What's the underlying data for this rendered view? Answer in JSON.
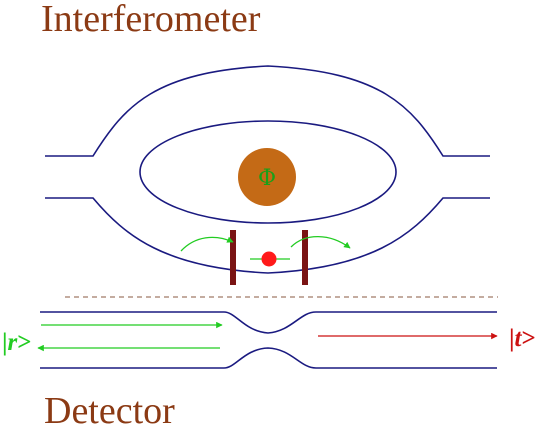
{
  "labels": {
    "interferometer": "Interferometer",
    "detector": "Detector",
    "flux": "Φ",
    "ket_r_bar": "|",
    "ket_r_sym": "r",
    "ket_r_close": ">",
    "ket_t_bar": "|",
    "ket_t_sym": "t",
    "ket_t_close": ">"
  },
  "colors": {
    "title": "#8b3a14",
    "wire": "#1a1a80",
    "flux_disk": "#c46a16",
    "flux_symbol": "#19a019",
    "gate": "#7a1414",
    "particle": "#ff1a1a",
    "reflected": "#22cc22",
    "transmitted": "#cc1111",
    "divider": "#b09080"
  }
}
